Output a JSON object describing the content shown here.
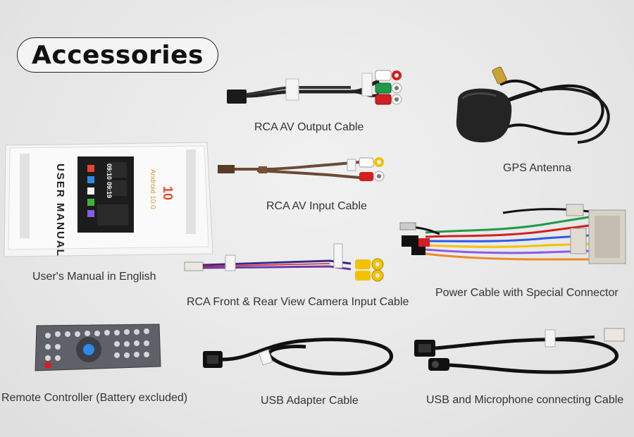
{
  "title": "Accessories",
  "manual": {
    "heading": "USER MANUAL",
    "android": "Android 10.0",
    "version_logo": "10",
    "clock1": "09:10",
    "clock2": "09:19"
  },
  "captions": {
    "rca_output": "RCA AV Output Cable",
    "gps": "GPS Antenna",
    "rca_input": "RCA AV Input Cable",
    "manual": "User's Manual in English",
    "camera": "RCA Front & Rear View Camera Input Cable",
    "power": "Power Cable with Special Connector",
    "remote": "Remote Controller (Battery excluded)",
    "usb_adapter": "USB Adapter Cable",
    "usb_mic": "USB and Microphone connecting Cable"
  },
  "colors": {
    "rca_red": "#d21f1f",
    "rca_white": "#f2f2f2",
    "rca_yellow": "#f2c200",
    "rca_green": "#1f9a4a"
  }
}
